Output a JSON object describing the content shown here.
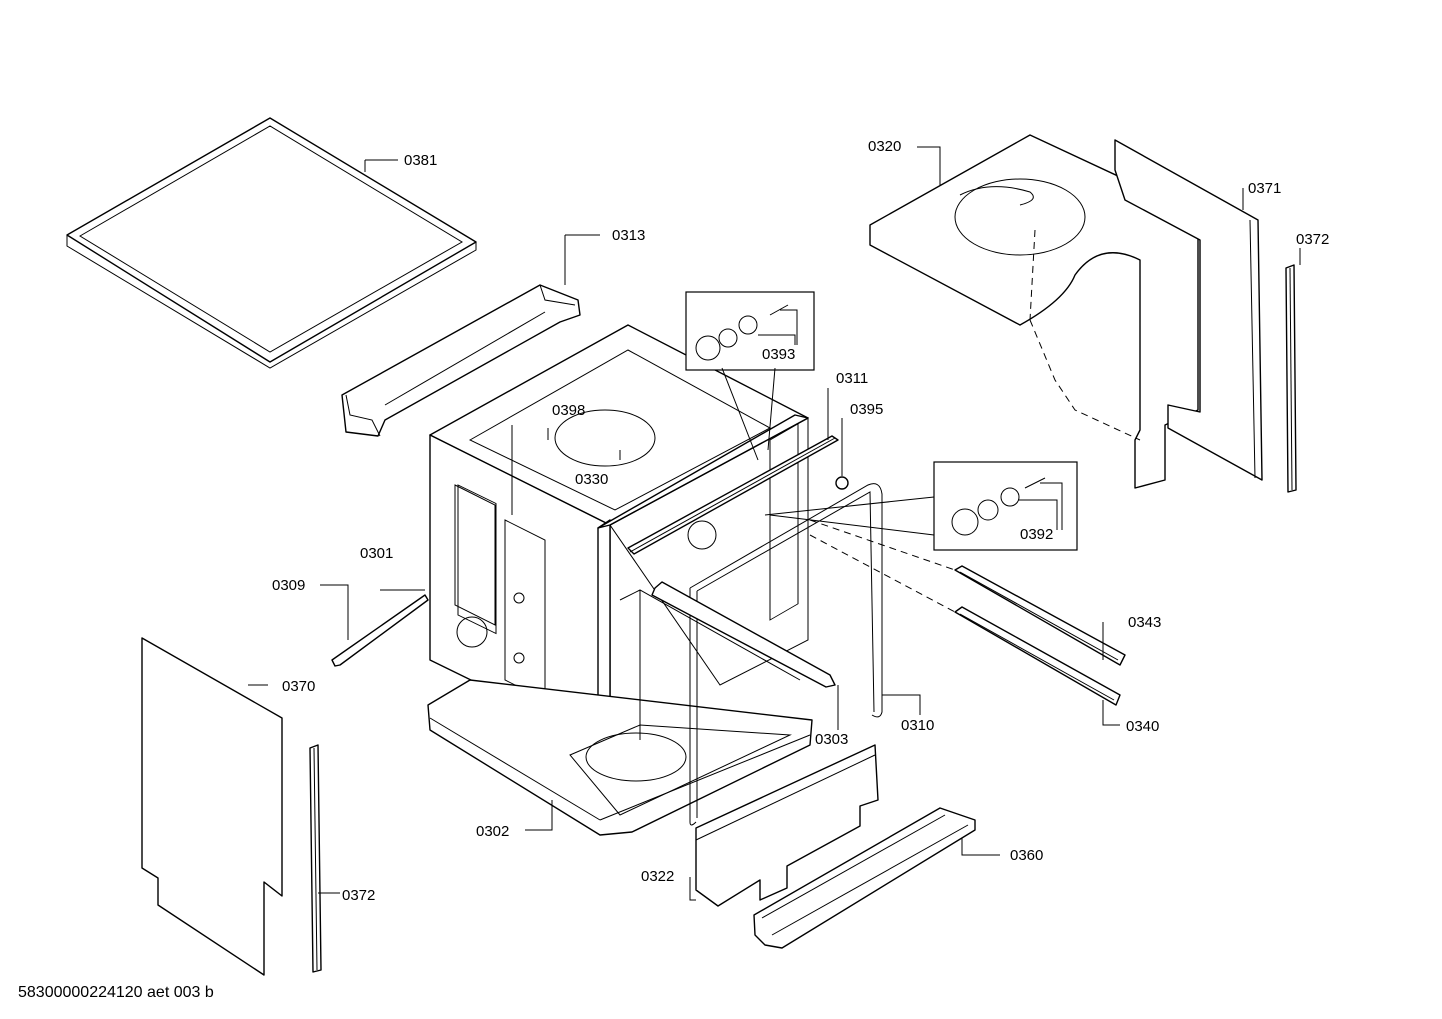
{
  "diagram": {
    "labels": {
      "p0381": "0381",
      "p0313": "0313",
      "p0320": "0320",
      "p0371": "0371",
      "p0372a": "0372",
      "p0393": "0393",
      "p0398": "0398",
      "p0330": "0330",
      "p0311": "0311",
      "p0395": "0395",
      "p0392": "0392",
      "p0301": "0301",
      "p0309": "0309",
      "p0343": "0343",
      "p0370": "0370",
      "p0303": "0303",
      "p0310": "0310",
      "p0340": "0340",
      "p0302": "0302",
      "p0360": "0360",
      "p0322": "0322",
      "p0372b": "0372"
    },
    "footer": "58300000224120 aet 003 b"
  }
}
